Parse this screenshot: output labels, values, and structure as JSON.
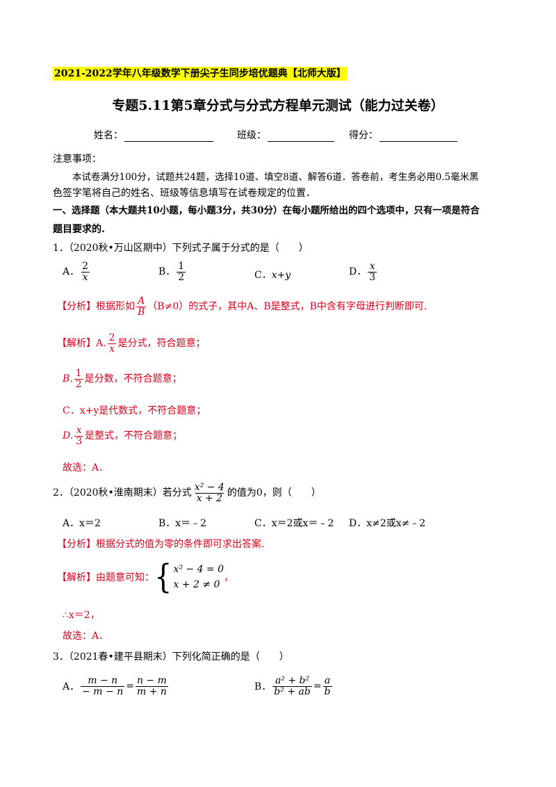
{
  "header": {
    "banner": "2021-2022学年八年级数学下册尖子生同步培优题典【北师大版】",
    "title": "专题5.11第5章分式与分式方程单元测试（能力过关卷）"
  },
  "fields": {
    "name": "姓名：",
    "class": "班级：",
    "score": "得分："
  },
  "notes": {
    "heading": "注意事项：",
    "line1": "本试卷满分100分，试题共24题，选择10道、填空8道、解答6道．答卷前，考生务必用0.5毫米黑",
    "line2": "色签字笔将自己的姓名、班级等信息填写在试卷规定的位置．"
  },
  "section": {
    "line1": "一、选择题（本大题共10小题，每小题3分，共30分）在每小题所给出的四个选项中，只有一项是符合",
    "line2": "题目要求的."
  },
  "q1": {
    "stem": "1．（2020秋•万山区期中）下列式子属于分式的是（　　）",
    "a_label": "A．",
    "a_num": "2",
    "a_den": "x",
    "b_label": "B．",
    "b_num": "1",
    "b_den": "2",
    "c_label": "C．",
    "c_val": "x+y",
    "d_label": "D．",
    "d_num": "x",
    "d_den": "3",
    "analysis_pre": "【分析】根据形如",
    "analysis_num": "A",
    "analysis_den": "B",
    "analysis_post": "（B≠0）的式子，其中A、B是整式，B中含有字母进行判断即可.",
    "sol_pre": "【解析】A.",
    "sol_num": "2",
    "sol_den": "x",
    "sol_post": "是分式，符合题意；",
    "b_line_pre": "B.",
    "b_line_num": "1",
    "b_line_den": "2",
    "b_line_post": "是分数，不符合题意；",
    "c_line": "C．x+y是代数式，不符合题意；",
    "d_line_pre": "D.",
    "d_line_num": "x",
    "d_line_den": "3",
    "d_line_post": "是整式，不符合题意；",
    "answer": "故选：A．"
  },
  "q2": {
    "stem_pre": "2．（2020秋•淮南期末）若分式",
    "stem_num": "x² − 4",
    "stem_den": "x + 2",
    "stem_post": "的值为0，则（　　）",
    "a": "A．x＝2",
    "b": "B．x＝﹣2",
    "c": "C．x＝2或x＝﹣2",
    "d": "D．x≠2或x≠﹣2",
    "analysis": "【分析】根据分式的值为零的条件即可求出答案.",
    "sol_pre": "【解析】由题意可知：",
    "sys1": "x² − 4 = 0",
    "sys2": "x + 2 ≠ 0",
    "sys_end": "，",
    "therefore": "∴x＝2，",
    "answer": "故选：A．"
  },
  "q3": {
    "stem": "3．（2021春•建平县期末）下列化简正确的是（　　）",
    "a_label": "A．",
    "a_l_num": "m − n",
    "a_l_den": "− m − n",
    "a_eq": "=",
    "a_r_num": "n − m",
    "a_r_den": "m + n",
    "b_label": "B．",
    "b_l_num": "a² + b²",
    "b_l_den": "b² + ab",
    "b_eq": "=",
    "b_r_num": "a",
    "b_r_den": "b"
  }
}
